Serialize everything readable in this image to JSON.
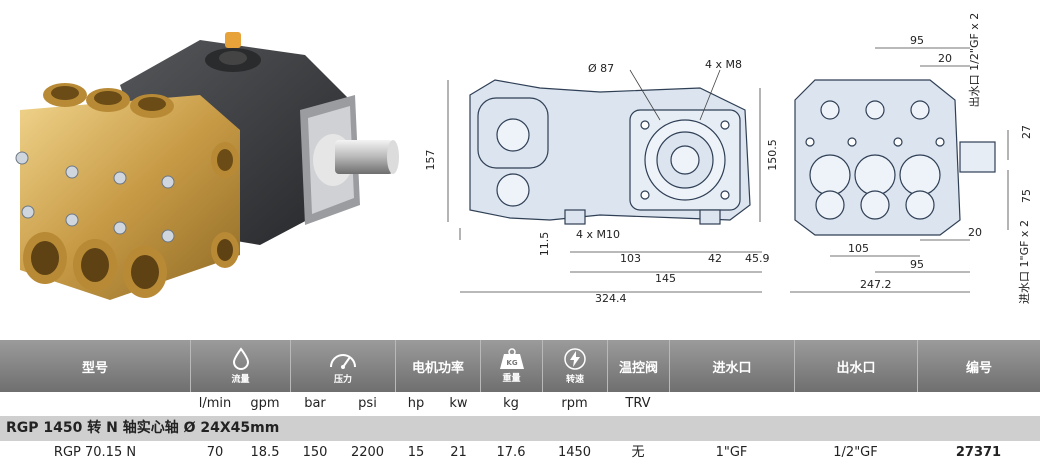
{
  "drawing": {
    "side_dims": {
      "d1": "Ø 87",
      "d2": "4 x M8",
      "d3": "157",
      "d4": "150.5",
      "d5": "11.5",
      "d6": "4 x M10",
      "d7": "103",
      "d8": "42",
      "d9": "45.9",
      "d10": "145",
      "d11": "324.4"
    },
    "front_dims": {
      "d1": "95",
      "d2": "20",
      "d3": "27",
      "d4": "75",
      "d5": "20",
      "d6": "105",
      "d7": "95",
      "d8": "247.2",
      "outlet_label": "出水口 1/2\"GF x 2",
      "inlet_label": "进水口 1\"GF x 2"
    }
  },
  "table": {
    "headers": {
      "model": "型号",
      "flow_sub": "流量",
      "pressure_sub": "压力",
      "motor_power": "电机功率",
      "weight_badge": "KG",
      "weight_sub": "重量",
      "speed_sub": "转速",
      "valve": "温控阀",
      "inlet": "进水口",
      "outlet": "出水口",
      "code": "编号"
    },
    "units": [
      "l/min",
      "gpm",
      "bar",
      "psi",
      "hp",
      "kw",
      "kg",
      "rpm",
      "TRV"
    ],
    "section_title": "RGP 1450 转 N 轴实心轴 Ø 24X45mm",
    "row": {
      "model": "RGP 70.15 N",
      "lmin": "70",
      "gpm": "18.5",
      "bar": "150",
      "psi": "2200",
      "hp": "15",
      "kw": "21",
      "kg": "17.6",
      "rpm": "1450",
      "trv": "无",
      "inlet": "1\"GF",
      "outlet": "1/2\"GF",
      "code": "27371"
    }
  },
  "colors": {
    "header_bg": "#8a8a8a",
    "section_bg": "#cfcfcf",
    "brass": "#c9a050",
    "housing": "#3a3b3d",
    "drawing_fill": "#dbe4ef"
  }
}
